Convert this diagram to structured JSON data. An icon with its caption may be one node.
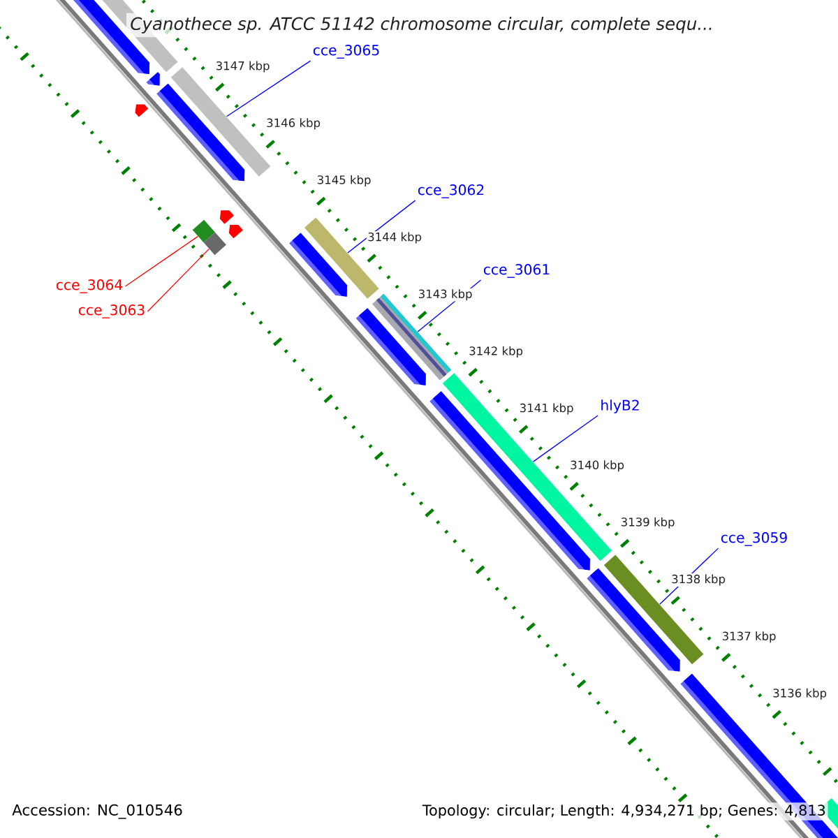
{
  "diagram": {
    "title": "Cyanothece sp. ATCC 51142 chromosome circular, complete sequ...",
    "nodes": [
      {
        "text": [
          "cce_3065"
        ]
      },
      {
        "text": [],
        "shape": "bar"
      },
      {
        "text": [
          "cce_3062"
        ]
      },
      {
        "text": [],
        "shape": "bar"
      },
      {
        "text": [
          "cce_3064"
        ]
      },
      {
        "text": [],
        "shape": "bar"
      },
      {
        "text": [
          "cce_3063"
        ]
      },
      {
        "text": [],
        "shape": "bar"
      },
      {
        "text": [
          "cce_3061"
        ]
      },
      {
        "text": [],
        "shape": "bar"
      },
      {
        "text": [
          "hlyB2"
        ]
      },
      {
        "text": [],
        "shape": "bar"
      },
      {
        "text": [
          "cce_3059"
        ]
      },
      {
        "text": [],
        "shape": "bar"
      }
    ],
    "edges": [
      {
        "from": 0,
        "to": 1,
        "arrow": "none"
      },
      {
        "from": 2,
        "to": 3,
        "arrow": "none"
      },
      {
        "from": 4,
        "to": 5,
        "arrow": "none",
        "color": "#ff0000"
      },
      {
        "from": 6,
        "to": 7,
        "arrow": "none",
        "color": "#ff0000"
      },
      {
        "from": 8,
        "to": 9,
        "arrow": "none"
      },
      {
        "from": 10,
        "to": 11,
        "arrow": "none"
      },
      {
        "from": 12,
        "to": 13,
        "arrow": "none"
      }
    ],
    "labels": [
      "3147 kbp",
      "3146 kbp",
      "3145 kbp",
      "3144 kbp",
      "3143 kbp",
      "3142 kbp",
      "3141 kbp",
      "3140 kbp",
      "3139 kbp",
      "3138 kbp",
      "3137 kbp",
      "3136 kbp",
      "Accession: NC_010546",
      "Topology: circular; Length: 4,934,271 bp; Genes: 4,813"
    ]
  }
}
